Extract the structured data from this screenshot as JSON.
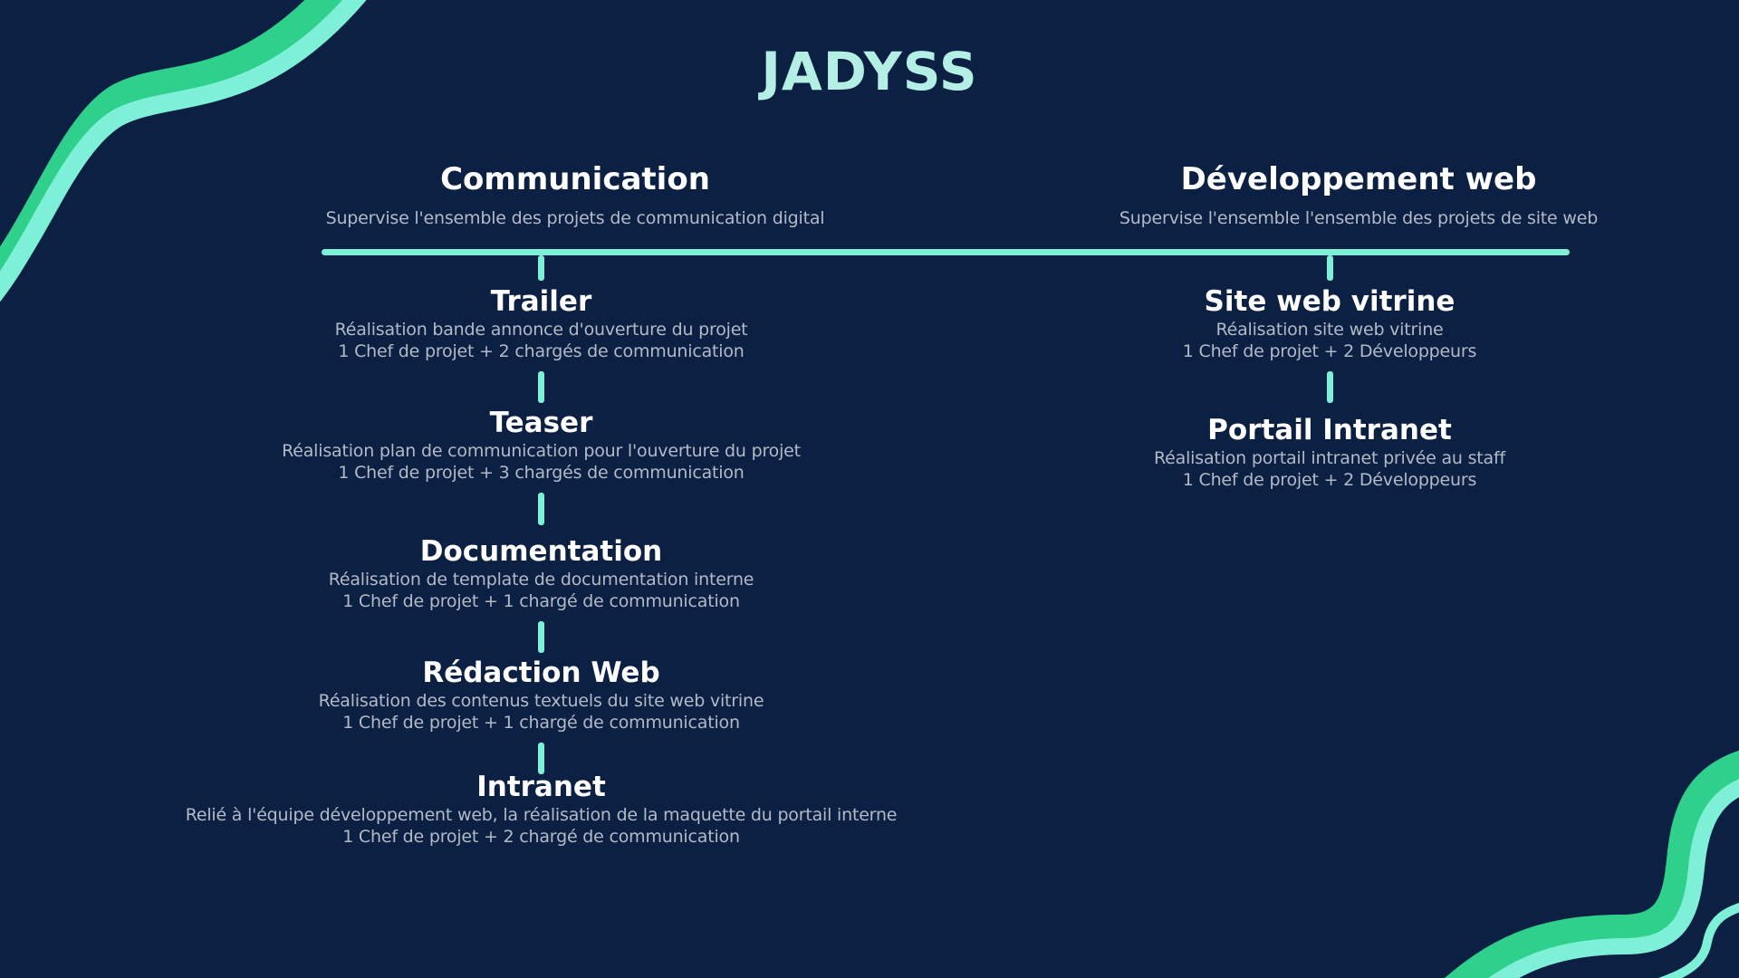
{
  "title": "JADYSS",
  "colors": {
    "background": "#0b2042",
    "accent": "#7ff0d8",
    "wave_dark": "#2fd08c",
    "title": "#b3efe4",
    "text": "#ffffff",
    "muted": "#b3bac7"
  },
  "departments": {
    "communication": {
      "name": "Communication",
      "description": "Supervise l'ensemble des projets de communication digital"
    },
    "web": {
      "name": "Développement web",
      "description": "Supervise l'ensemble l'ensemble des projets de site web"
    }
  },
  "communication_projects": [
    {
      "name": "Trailer",
      "description": "Réalisation bande annonce d'ouverture du projet",
      "team": "1 Chef de projet + 2 chargés de communication"
    },
    {
      "name": "Teaser",
      "description": "Réalisation plan de communication pour l'ouverture du projet",
      "team": "1 Chef de projet + 3 chargés de communication"
    },
    {
      "name": "Documentation",
      "description": "Réalisation de template de documentation interne",
      "team": "1 Chef de projet + 1 chargé de communication"
    },
    {
      "name": "Rédaction Web",
      "description": "Réalisation des contenus textuels du site web vitrine",
      "team": "1 Chef de projet + 1 chargé de communication"
    },
    {
      "name": "Intranet",
      "description": "Relié à l'équipe développement web, la réalisation de la maquette du portail interne",
      "team": "1 Chef de projet + 2 chargé de communication"
    }
  ],
  "web_projects": [
    {
      "name": "Site web vitrine",
      "description": "Réalisation site web vitrine",
      "team": "1 Chef de projet + 2 Développeurs"
    },
    {
      "name": "Portail Intranet",
      "description": "Réalisation portail intranet privée au staff",
      "team": "1 Chef de projet + 2 Développeurs"
    }
  ]
}
